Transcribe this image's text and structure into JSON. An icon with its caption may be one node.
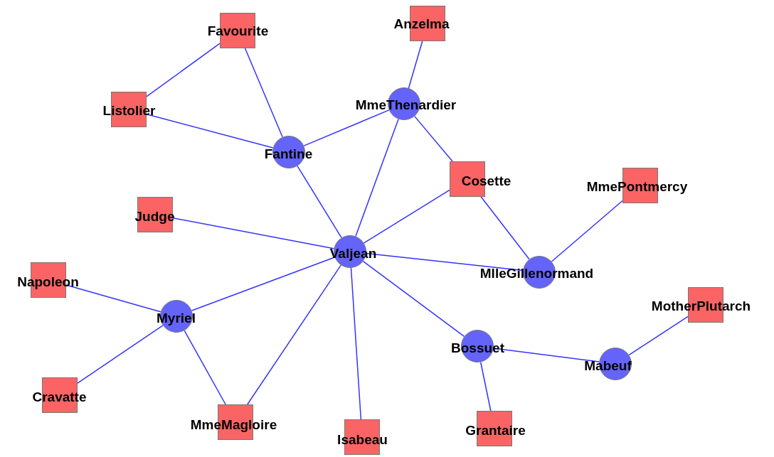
{
  "diagram": {
    "nodes": [
      {
        "text": [
          "Favourite"
        ]
      },
      {
        "text": [
          "Anzelma"
        ]
      },
      {
        "text": [
          "Listolier"
        ]
      },
      {
        "text": [
          "MmeThenardier"
        ]
      },
      {
        "text": [
          "Fantine"
        ]
      },
      {
        "text": [
          "Cosette"
        ]
      },
      {
        "text": [
          "MmePontmercy"
        ]
      },
      {
        "text": [
          "Judge"
        ]
      },
      {
        "text": [
          "Valjean"
        ]
      },
      {
        "text": [
          "MlleGillenormand"
        ]
      },
      {
        "text": [
          "Napoleon"
        ]
      },
      {
        "text": [
          "MotherPlutarch"
        ]
      },
      {
        "text": [
          "Myriel"
        ]
      },
      {
        "text": [
          "Bossuet"
        ]
      },
      {
        "text": [
          "Mabeuf"
        ]
      },
      {
        "text": [
          "Cravatte"
        ]
      },
      {
        "text": [
          "MmeMagloire"
        ]
      },
      {
        "text": [
          "Isabeau"
        ]
      },
      {
        "text": [
          "Grantaire"
        ]
      }
    ],
    "edges": [
      {
        "from": 0,
        "to": 2,
        "arrow": "none"
      },
      {
        "from": 0,
        "to": 4,
        "arrow": "none"
      },
      {
        "from": 2,
        "to": 4,
        "arrow": "none"
      },
      {
        "from": 1,
        "to": 3,
        "arrow": "none"
      },
      {
        "from": 4,
        "to": 3,
        "arrow": "none"
      },
      {
        "from": 3,
        "to": 5,
        "arrow": "none"
      },
      {
        "from": 3,
        "to": 8,
        "arrow": "none"
      },
      {
        "from": 4,
        "to": 8,
        "arrow": "none"
      },
      {
        "from": 5,
        "to": 8,
        "arrow": "none"
      },
      {
        "from": 5,
        "to": 9,
        "arrow": "none"
      },
      {
        "from": 6,
        "to": 9,
        "arrow": "none"
      },
      {
        "from": 7,
        "to": 8,
        "arrow": "none"
      },
      {
        "from": 8,
        "to": 9,
        "arrow": "none"
      },
      {
        "from": 8,
        "to": 12,
        "arrow": "none"
      },
      {
        "from": 8,
        "to": 16,
        "arrow": "none"
      },
      {
        "from": 8,
        "to": 17,
        "arrow": "none"
      },
      {
        "from": 8,
        "to": 13,
        "arrow": "none"
      },
      {
        "from": 10,
        "to": 12,
        "arrow": "none"
      },
      {
        "from": 12,
        "to": 15,
        "arrow": "none"
      },
      {
        "from": 12,
        "to": 16,
        "arrow": "none"
      },
      {
        "from": 13,
        "to": 14,
        "arrow": "none"
      },
      {
        "from": 13,
        "to": 18,
        "arrow": "none"
      },
      {
        "from": 14,
        "to": 11,
        "arrow": "none"
      }
    ]
  }
}
